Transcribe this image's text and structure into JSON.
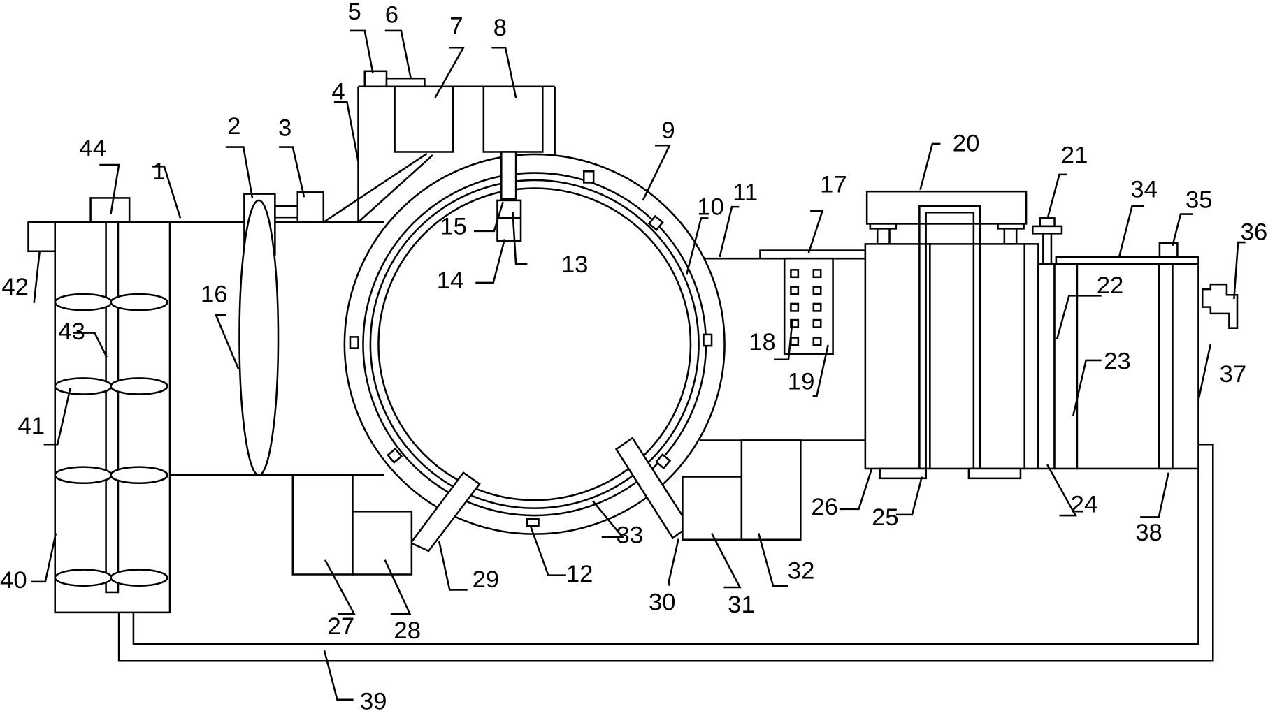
{
  "colors": {
    "stroke": "#000000",
    "background": "#ffffff"
  },
  "labels": {
    "n1": "1",
    "n2": "2",
    "n3": "3",
    "n4": "4",
    "n5": "5",
    "n6": "6",
    "n7": "7",
    "n8": "8",
    "n9": "9",
    "n10": "10",
    "n11": "11",
    "n12": "12",
    "n13": "13",
    "n14": "14",
    "n15": "15",
    "n16": "16",
    "n17": "17",
    "n18": "18",
    "n19": "19",
    "n20": "20",
    "n21": "21",
    "n22": "22",
    "n23": "23",
    "n24": "24",
    "n25": "25",
    "n26": "26",
    "n27": "27",
    "n28": "28",
    "n29": "29",
    "n30": "30",
    "n31": "31",
    "n32": "32",
    "n33": "33",
    "n34": "34",
    "n35": "35",
    "n36": "36",
    "n37": "37",
    "n38": "38",
    "n39": "39",
    "n40": "40",
    "n41": "41",
    "n42": "42",
    "n43": "43",
    "n44": "44"
  }
}
